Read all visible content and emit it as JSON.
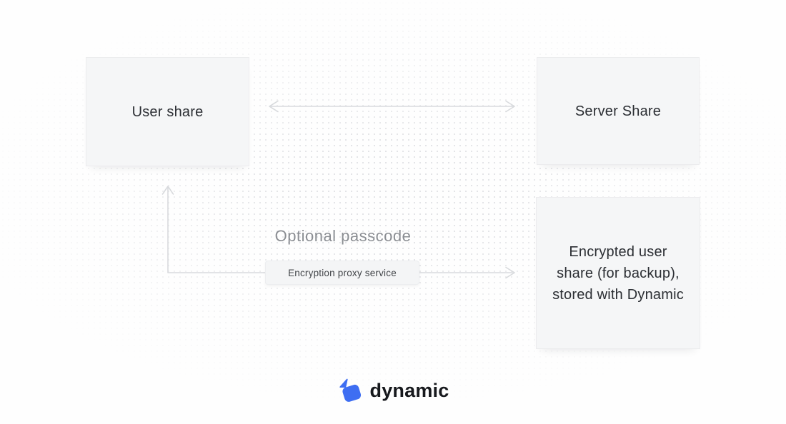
{
  "diagram": {
    "nodes": {
      "user_share": {
        "label": "User share"
      },
      "server_share": {
        "label": "Server Share"
      },
      "encrypted_share": {
        "label": "Encrypted user share (for backup), stored with Dynamic",
        "lines": [
          "Encrypted user",
          "share (for backup),",
          "stored with Dynamic"
        ]
      },
      "proxy": {
        "label": "Encryption proxy service"
      }
    },
    "annotations": {
      "optional_passcode": "Optional passcode"
    },
    "edges": [
      {
        "from": "user_share",
        "to": "server_share",
        "style": "double-arrow"
      },
      {
        "from": "encryption-proxy-path",
        "to": "encrypted_share",
        "style": "elbow-arrow-up-and-right"
      }
    ],
    "colors": {
      "accent_blue": "#3E6EF2",
      "arrow_gray": "#D8DADD",
      "box_bg": "#F5F6F7",
      "box_border": "#ECECEE",
      "text_dark": "#2B2E33",
      "text_muted": "#8B8E93",
      "dot_grid": "#E2E3E6"
    }
  },
  "footer": {
    "brand": "dynamic",
    "icon": "dynamic-diamond-logo"
  }
}
